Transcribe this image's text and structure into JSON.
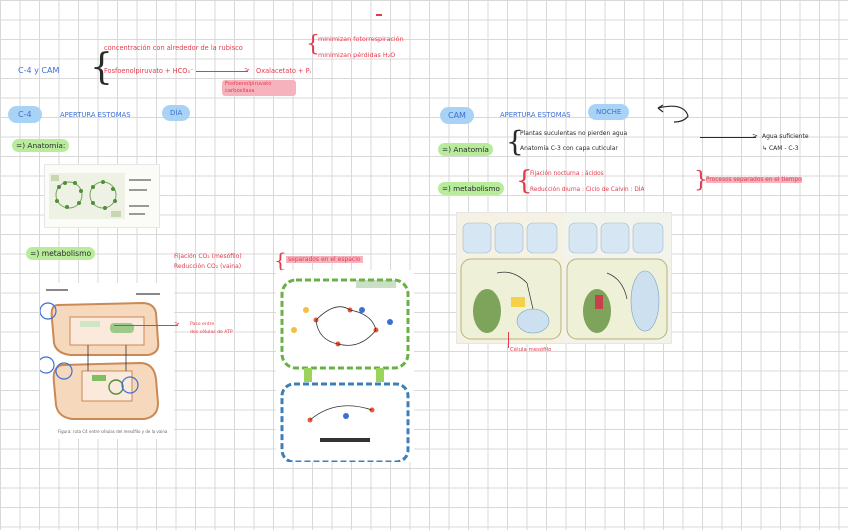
{
  "top": {
    "c4_cam": "C-4 y CAM",
    "line1": "concentración con alrededor de la rubisco",
    "line2": "Fosfoenolpiruvato + HCO₃⁻",
    "line2_product": "Oxalacetato + Pᵢ",
    "branch1": "minimizan fotorrespiración",
    "branch2": "minimizan pérdidas H₂O",
    "note": "Fosfoenolpiruvato carboxilasa"
  },
  "c4": {
    "tag": "C-4",
    "title": "APERTURA ESTOMAS",
    "title_badge": "DÍA",
    "anatomia": "=) Anatomía:",
    "metabolismo": "=) metabolismo",
    "met_line1": "Fijación CO₂ (mesófilo)",
    "met_line2": "Reducción CO₂ (vaina)",
    "met_brace": "separados en el espacio",
    "arrow_note_1": "Paso entre",
    "arrow_note_2": "dos células de ATP",
    "fig_caption": "Figura: ruta C4 entre células del mesófilo y de la vaina"
  },
  "cam": {
    "tag": "CAM",
    "title": "APERTURA ESTOMAS",
    "title_badge": "NOCHE",
    "anatomia": "=) Anatomía",
    "ana_line1": "Plantas suculentas no pierden agua",
    "ana_line2": "Anatomía C-3 con capa cuticular",
    "ana_arrow": "Agua suficiente",
    "ana_arrow2": "CAM - C-3",
    "metabolismo": "=) metabolismo",
    "met_line1": "Fijación nocturna : ácidos",
    "met_line2": "Reducción diurna : Ciclo de Calvin : DÍA",
    "met_brace": "Procesos separados en el tiempo",
    "cell_label": "Célula mesófilo"
  },
  "colors": {
    "blue_text": "#3b6fd6",
    "red_text": "#e23b4c",
    "blue_pill": "#a9d3f5",
    "green_pill": "#b8ec9c",
    "pink_highlight": "#f7b3bd"
  }
}
